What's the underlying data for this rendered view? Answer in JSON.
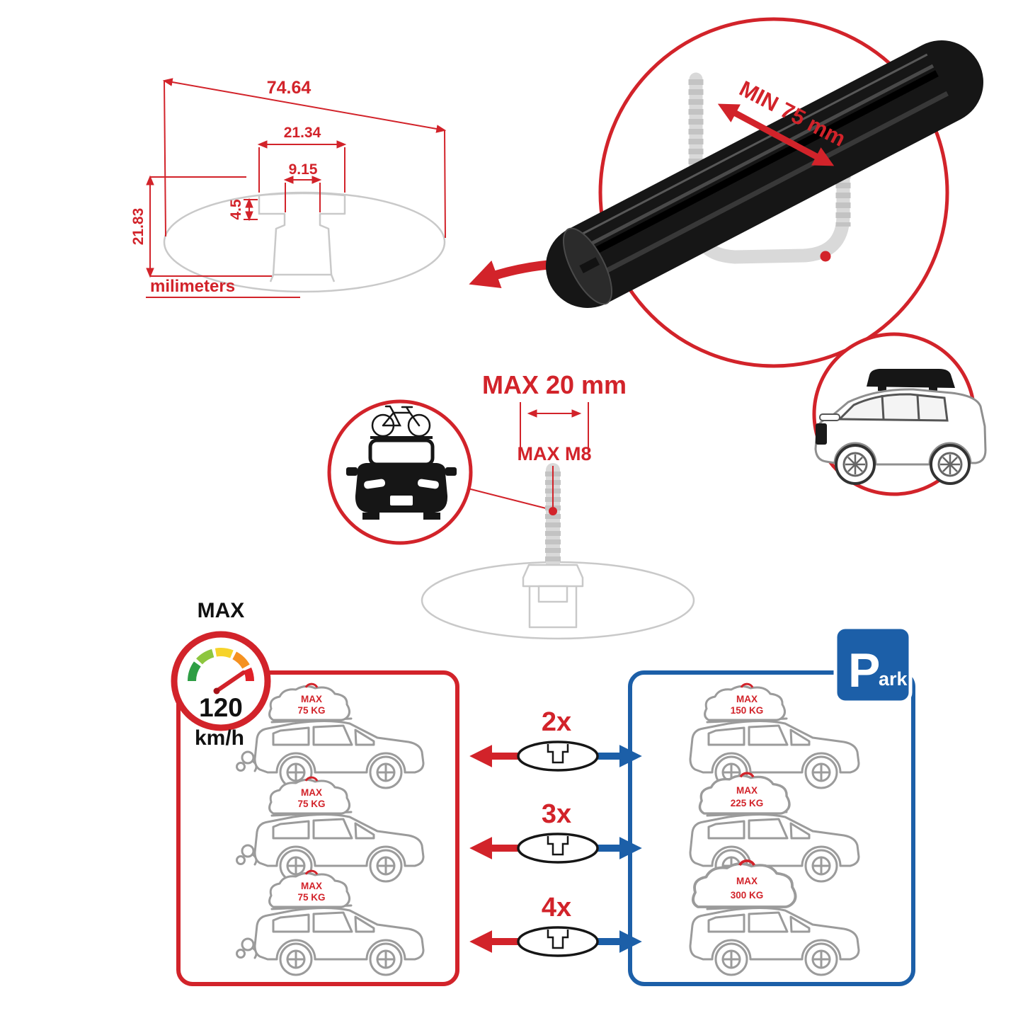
{
  "colors": {
    "accent_red": "#D2232A",
    "accent_blue": "#1C5FA8",
    "line_gray": "#C9C9C9",
    "bar_black": "#161616"
  },
  "cross_section": {
    "total_width": "74.64",
    "opening_width": "21.34",
    "slot_width": "9.15",
    "lip_depth": "4.5",
    "total_height": "21.83",
    "units_label": "milimeters"
  },
  "bar_callout": {
    "min_clearance": "MIN 75 mm"
  },
  "bolt_callout": {
    "max_protrusion": "MAX 20 mm",
    "max_thread": "MAX M8"
  },
  "speed_gauge": {
    "label": "MAX",
    "value": "120",
    "units": "km/h"
  },
  "capacity": {
    "multipliers": [
      "2x",
      "3x",
      "4x"
    ],
    "moving_loads": [
      {
        "line1": "MAX",
        "line2": "75 KG"
      },
      {
        "line1": "MAX",
        "line2": "75 KG"
      },
      {
        "line1": "MAX",
        "line2": "75 KG"
      }
    ],
    "parked_loads": [
      {
        "line1": "MAX",
        "line2": "150 KG"
      },
      {
        "line1": "MAX",
        "line2": "225 KG"
      },
      {
        "line1": "MAX",
        "line2": "300 KG"
      }
    ],
    "park_sign": {
      "letter": "P",
      "suffix": "ark"
    }
  }
}
